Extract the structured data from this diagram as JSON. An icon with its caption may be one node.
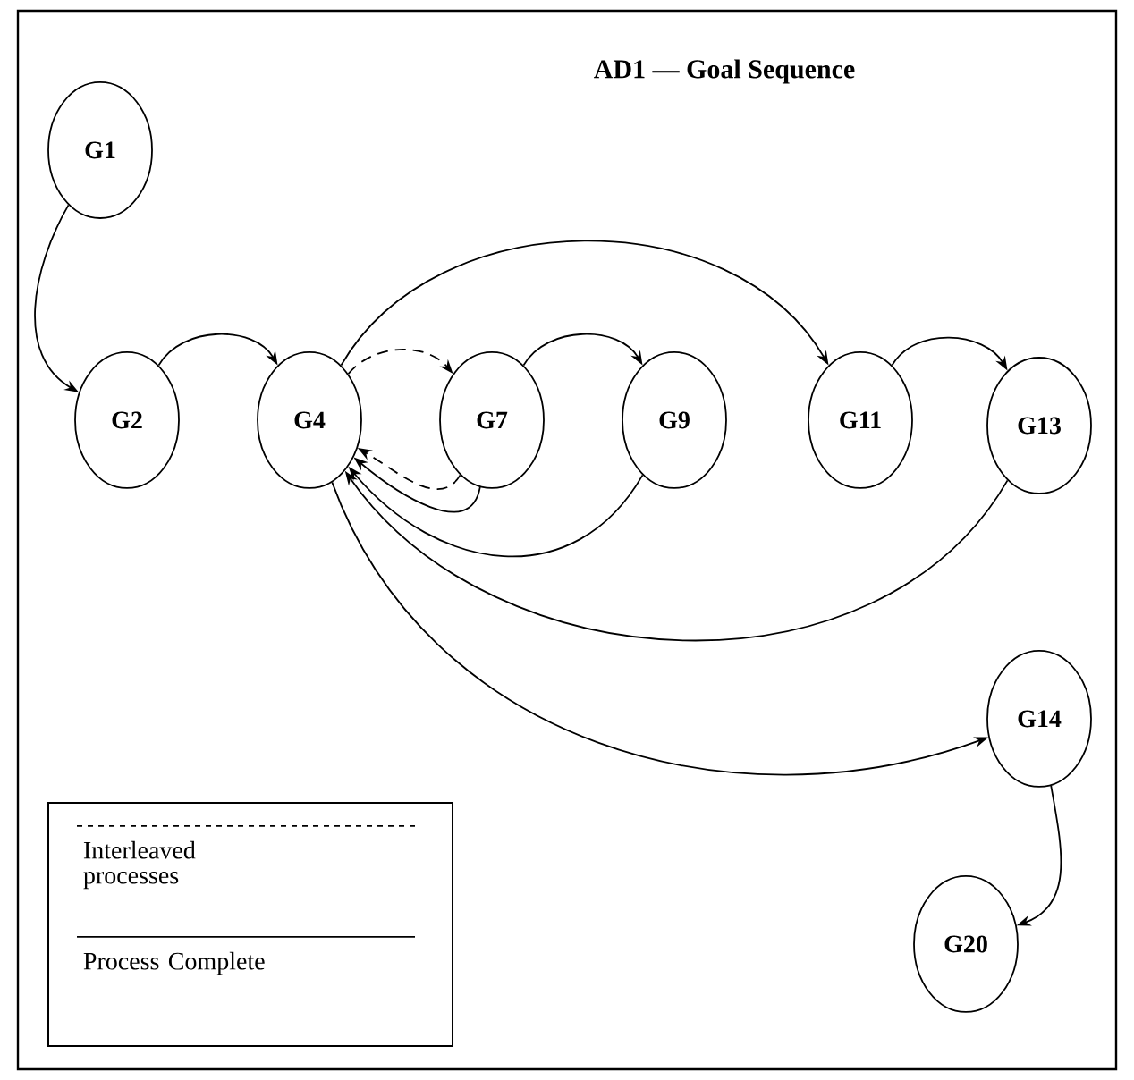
{
  "diagram": {
    "title": "AD1 — Goal Sequence",
    "nodes": [
      {
        "text": [
          "G1"
        ]
      },
      {
        "text": [
          "G2"
        ]
      },
      {
        "text": [
          "G4"
        ]
      },
      {
        "text": [
          "G7"
        ]
      },
      {
        "text": [
          "G9"
        ]
      },
      {
        "text": [
          "G11"
        ]
      },
      {
        "text": [
          "G13"
        ]
      },
      {
        "text": [
          "G14"
        ]
      },
      {
        "text": [
          "G20"
        ]
      }
    ],
    "edges": [
      {
        "from": 0,
        "to": 1,
        "arrow": "to"
      },
      {
        "from": 1,
        "to": 2,
        "arrow": "to"
      },
      {
        "from": 2,
        "to": 3,
        "arrow": "to",
        "style": "dashed"
      },
      {
        "from": 3,
        "to": 2,
        "arrow": "to",
        "style": "dashed"
      },
      {
        "from": 3,
        "to": 2,
        "arrow": "to"
      },
      {
        "from": 4,
        "to": 2,
        "arrow": "to"
      },
      {
        "from": 6,
        "to": 2,
        "arrow": "to"
      },
      {
        "from": 2,
        "to": 7,
        "arrow": "to"
      },
      {
        "from": 3,
        "to": 4,
        "arrow": "to"
      },
      {
        "from": 2,
        "to": 5,
        "arrow": "to"
      },
      {
        "from": 5,
        "to": 6,
        "arrow": "to"
      },
      {
        "from": 7,
        "to": 8,
        "arrow": "to"
      }
    ],
    "legend": [
      {
        "text": "Interleaved processes"
      },
      {
        "text": "Process Complete"
      }
    ]
  }
}
